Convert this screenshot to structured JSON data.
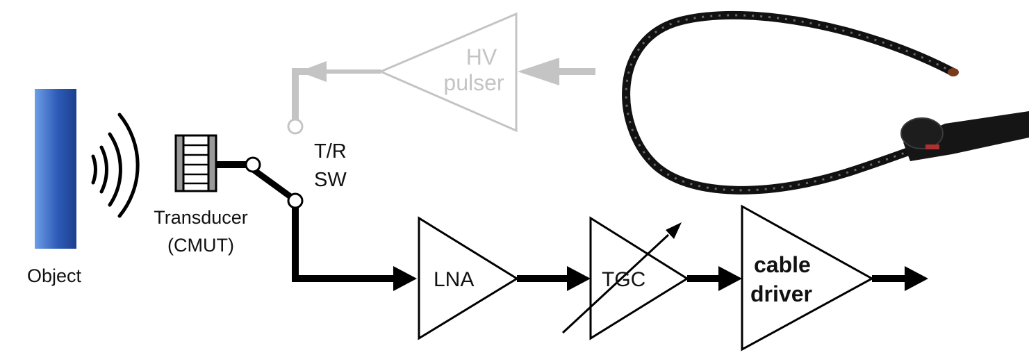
{
  "labels": {
    "object": "Object",
    "transducer": "Transducer",
    "transducer_type": "(CMUT)",
    "switch_line1": "T/R",
    "switch_line2": "SW",
    "pulser_line1": "HV",
    "pulser_line2": "pulser",
    "lna": "LNA",
    "tgc": "TGC",
    "driver_line1": "cable",
    "driver_line2": "driver"
  },
  "colors": {
    "object_dark": "#1c3f8f",
    "object_light": "#6d9ee6",
    "signal_path": "#000000",
    "tx_path": "#c4c4c4",
    "pulser_text": "#c4c4c4",
    "transducer_fill": "#9a9a9a"
  },
  "icons": {
    "waves": "acoustic-waves-icon",
    "probe": "ultrasound-probe-photo"
  }
}
